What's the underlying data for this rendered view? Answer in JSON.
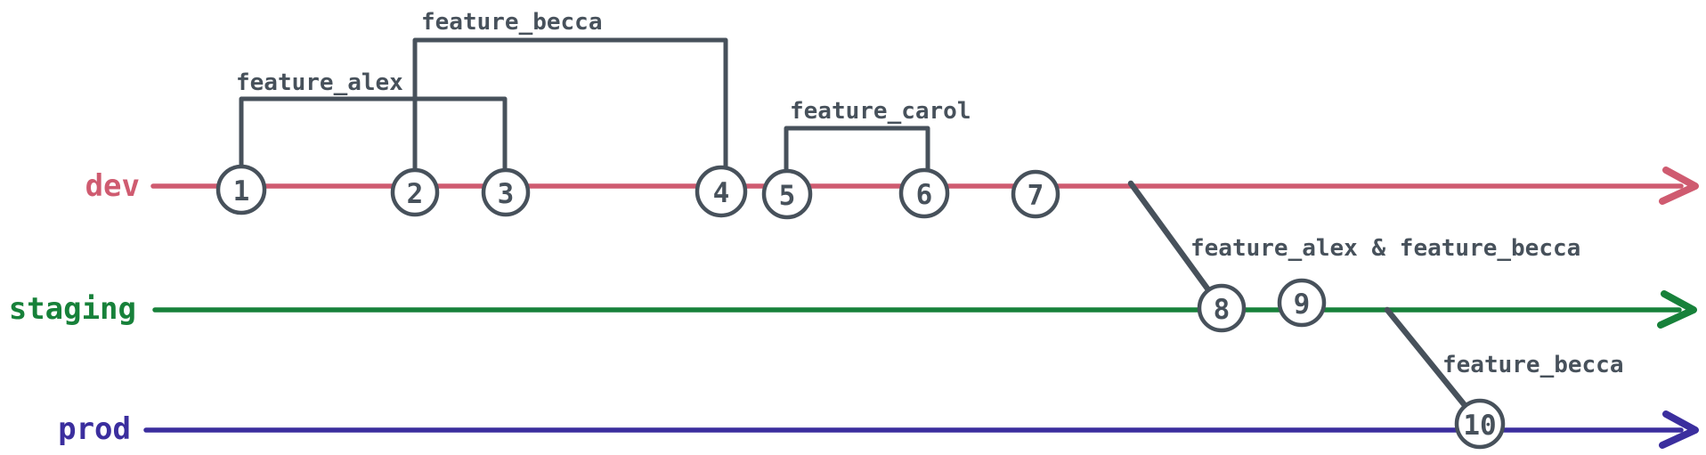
{
  "diagram": {
    "type": "git-branch-flow"
  },
  "colors": {
    "dev": "#cf5b70",
    "staging": "#17813a",
    "prod": "#3b2e9e",
    "ink": "#47515b",
    "nodefill": "#ffffff",
    "background": "#ffffff"
  },
  "branches": [
    {
      "name": "dev",
      "color": "#cf5b70"
    },
    {
      "name": "staging",
      "color": "#17813a"
    },
    {
      "name": "prod",
      "color": "#3b2e9e"
    }
  ],
  "commits": [
    {
      "id": "1",
      "branch": "dev"
    },
    {
      "id": "2",
      "branch": "dev"
    },
    {
      "id": "3",
      "branch": "dev"
    },
    {
      "id": "4",
      "branch": "dev"
    },
    {
      "id": "5",
      "branch": "dev"
    },
    {
      "id": "6",
      "branch": "dev"
    },
    {
      "id": "7",
      "branch": "dev"
    },
    {
      "id": "8",
      "branch": "staging"
    },
    {
      "id": "9",
      "branch": "staging"
    },
    {
      "id": "10",
      "branch": "prod"
    }
  ],
  "feature_branches": [
    {
      "label": "feature_alex",
      "branch": "dev",
      "start_commit": "1",
      "end_commit": "3"
    },
    {
      "label": "feature_becca",
      "branch": "dev",
      "start_commit": "2",
      "end_commit": "4"
    },
    {
      "label": "feature_carol",
      "branch": "dev",
      "start_commit": "5",
      "end_commit": "6"
    }
  ],
  "merges": [
    {
      "label": "feature_alex & feature_becca",
      "from_branch": "dev",
      "to_branch": "staging",
      "at_commit": "8"
    },
    {
      "label": "feature_becca",
      "from_branch": "staging",
      "to_branch": "prod",
      "at_commit": "10"
    }
  ]
}
